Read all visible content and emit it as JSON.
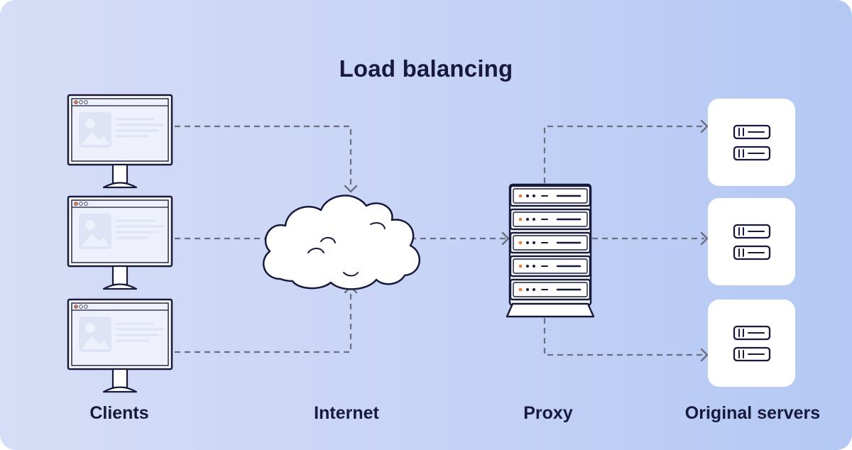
{
  "title": "Load balancing",
  "labels": {
    "clients": "Clients",
    "internet": "Internet",
    "proxy": "Proxy",
    "origins": "Original servers"
  },
  "colors": {
    "ink": "#171a3c",
    "connector": "#6b6f80",
    "background_start": "#d6ddf6",
    "background_end": "#b3c8f4",
    "card": "#ffffff",
    "led": "#f07a3a"
  },
  "icons": {
    "client": "monitor-icon",
    "internet": "cloud-icon",
    "proxy": "server-rack-icon",
    "origin": "server-icon"
  }
}
